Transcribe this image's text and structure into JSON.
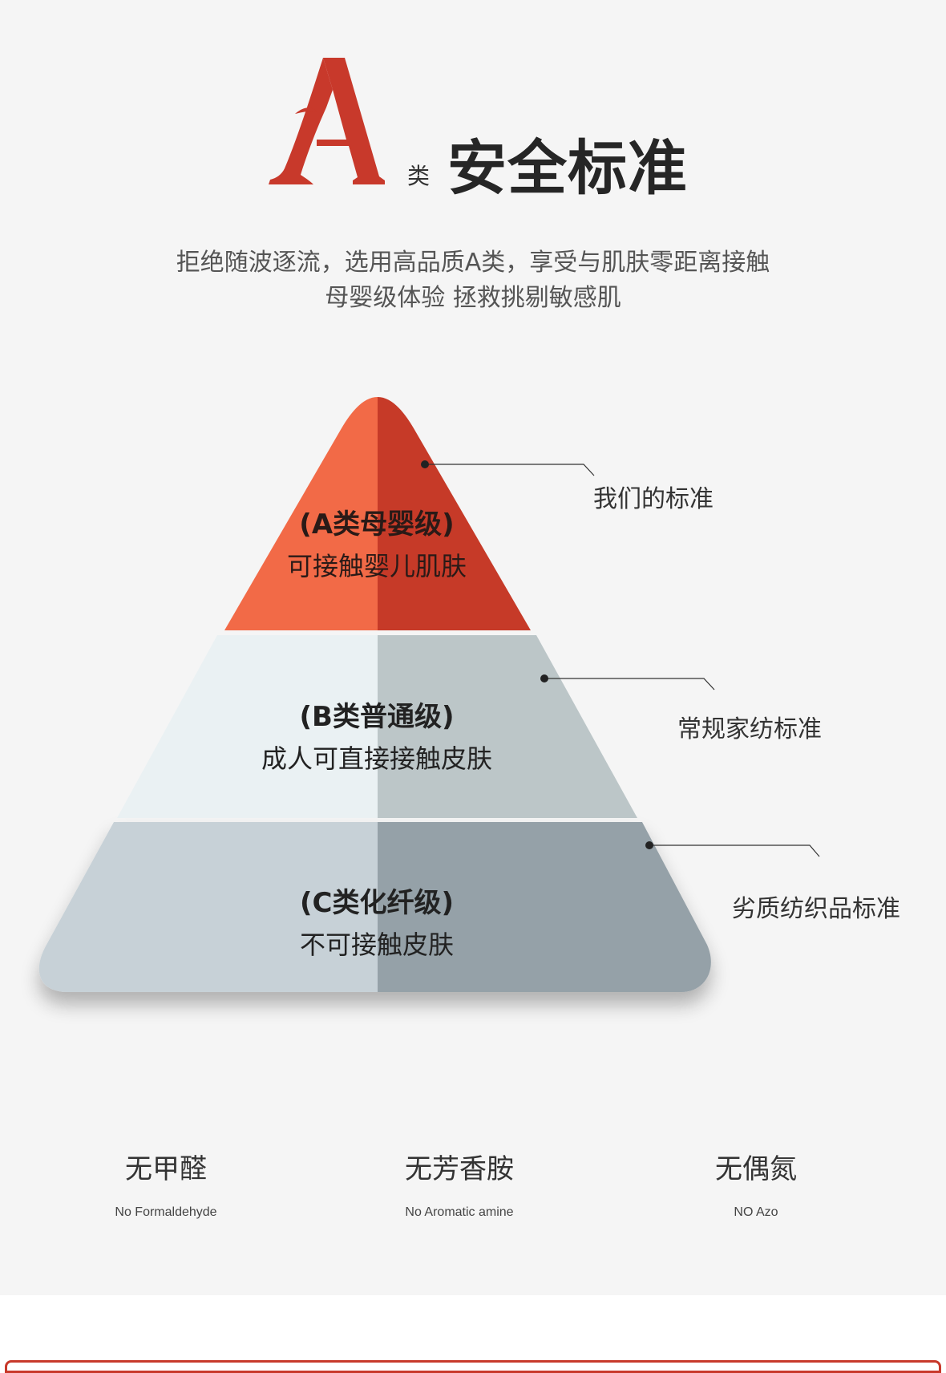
{
  "header": {
    "logo_letter": "A",
    "title_small": "类",
    "title_main": "安全标准"
  },
  "subtitle": {
    "line1": "拒绝随波逐流，选用高品质A类，享受与肌肤零距离接触",
    "line2": "母婴级体验   拯救挑剔敏感肌"
  },
  "pyramid": {
    "tiers": [
      {
        "title": "(A类母婴级)",
        "desc": "可接触婴儿肌肤",
        "callout": "我们的标准"
      },
      {
        "title": "(B类普通级)",
        "desc": "成人可直接接触皮肤",
        "callout": "常规家纺标准"
      },
      {
        "title": "(C类化纤级)",
        "desc": "不可接触皮肤",
        "callout": "劣质纺织品标准"
      }
    ]
  },
  "features": [
    {
      "title": "无甲醛",
      "en": "No Formaldehyde"
    },
    {
      "title": "无芳香胺",
      "en": "No Aromatic amine"
    },
    {
      "title": "无偶氮",
      "en": "NO Azo"
    }
  ],
  "colors": {
    "accent_red": "#c8392b",
    "tier_a_left": "#f26a47",
    "tier_a_right": "#c63a28",
    "tier_b_left": "#eaf1f3",
    "tier_b_right": "#bcc6c8",
    "tier_c_left": "#c7d1d7",
    "tier_c_right": "#95a1a8",
    "background": "#f5f5f5"
  }
}
